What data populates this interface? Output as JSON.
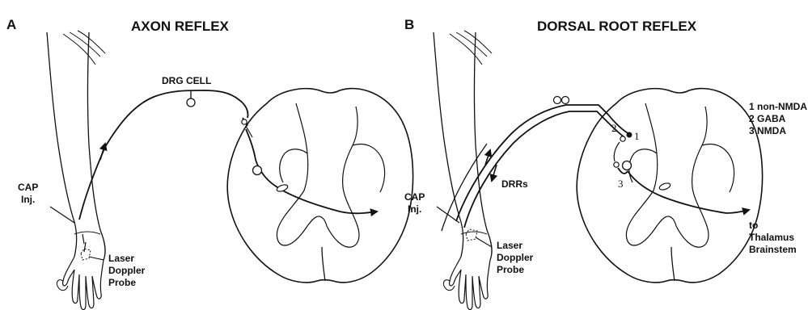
{
  "panel_a": {
    "letter": "A",
    "title": "AXON REFLEX",
    "drg_cell_label": "DRG CELL",
    "cap_line1": "CAP",
    "cap_line2": "Inj.",
    "probe_line1": "Laser",
    "probe_line2": "Doppler",
    "probe_line3": "Probe"
  },
  "panel_b": {
    "letter": "B",
    "title": "DORSAL ROOT REFLEX",
    "drrs_label": "DRRs",
    "cap_line1": "CAP",
    "cap_line2": "Inj.",
    "probe_line1": "Laser",
    "probe_line2": "Doppler",
    "probe_line3": "Probe",
    "receptor_legend": [
      "1 non-NMDA",
      "2 GABA",
      "3 NMDA"
    ],
    "synapse_numbers": [
      "1",
      "2",
      "3"
    ],
    "target_line1": "to",
    "target_line2": "Thalamus",
    "target_line3": "Brainstem"
  }
}
